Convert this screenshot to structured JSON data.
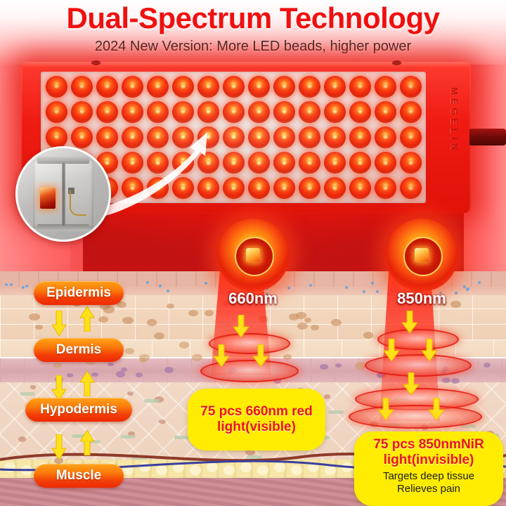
{
  "header": {
    "title": "Dual-Spectrum Technology",
    "subtitle": "2024 New Version: More LED beads, higher power",
    "title_color": "#f01010"
  },
  "panel": {
    "brand": "MEGELIN",
    "led_columns": 15,
    "led_rows": 5,
    "body_color": "#ef1b12"
  },
  "inset": {
    "caption": "magnified-led-bead"
  },
  "emitters": [
    {
      "label": "660nm",
      "name": "emitter-660"
    },
    {
      "label": "850nm",
      "name": "emitter-850"
    }
  ],
  "skin_layers": [
    {
      "label": "Epidermis"
    },
    {
      "label": "Dermis"
    },
    {
      "label": "Hypodermis"
    },
    {
      "label": "Muscle"
    }
  ],
  "callouts": [
    {
      "title": "75 pcs 660nm red light(visible)",
      "sub": ""
    },
    {
      "title": "75 pcs 850nmNiR light(invisible)",
      "sub": "Targets deep tissue\nRelieves pain"
    }
  ],
  "colors": {
    "accent_red": "#e8161a",
    "callout_yellow": "#ffec00",
    "pill_orange": "#fb7a0a",
    "arrow_yellow": "#ffe119"
  }
}
